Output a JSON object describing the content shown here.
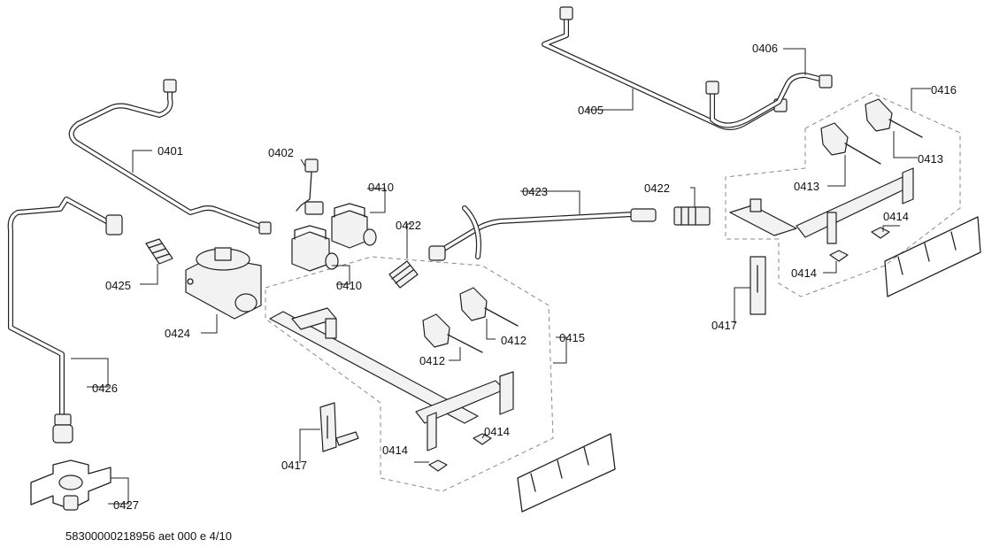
{
  "parts": {
    "p0401": "0401",
    "p0402": "0402",
    "p0405": "0405",
    "p0406": "0406",
    "p0410a": "0410",
    "p0410b": "0410",
    "p0412a": "0412",
    "p0412b": "0412",
    "p0413a": "0413",
    "p0413b": "0413",
    "p0414a": "0414",
    "p0414b": "0414",
    "p0414c": "0414",
    "p0414d": "0414",
    "p0415": "0415",
    "p0416": "0416",
    "p0417a": "0417",
    "p0417b": "0417",
    "p0422a": "0422",
    "p0422b": "0422",
    "p0423": "0423",
    "p0424": "0424",
    "p0425": "0425",
    "p0426": "0426",
    "p0427": "0427"
  },
  "footer": "58300000218956 aet 000 e 4/10"
}
